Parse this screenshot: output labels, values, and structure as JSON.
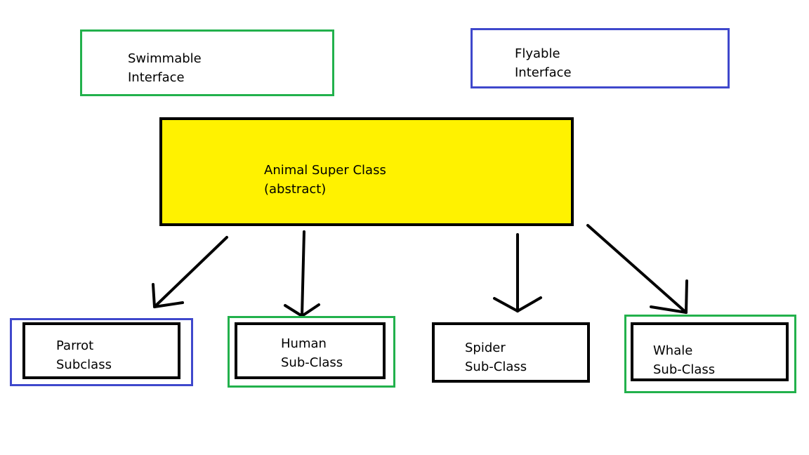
{
  "colors": {
    "green": "#22b14c",
    "blue": "#3f48cc",
    "yellow": "#fff200",
    "black": "#000000"
  },
  "interfaces": {
    "swimmable": {
      "line1": "Swimmable",
      "line2": "Interface"
    },
    "flyable": {
      "line1": "Flyable",
      "line2": "Interface"
    }
  },
  "superclass": {
    "line1": "Animal Super Class",
    "line2": "(abstract)"
  },
  "subclasses": [
    {
      "line1": "Parrot",
      "line2": "Subclass",
      "interface": "flyable"
    },
    {
      "line1": "Human",
      "line2": "Sub-Class",
      "interface": "swimmable"
    },
    {
      "line1": "Spider",
      "line2": "Sub-Class",
      "interface": ""
    },
    {
      "line1": "Whale",
      "line2": "Sub-Class",
      "interface": "swimmable"
    }
  ]
}
